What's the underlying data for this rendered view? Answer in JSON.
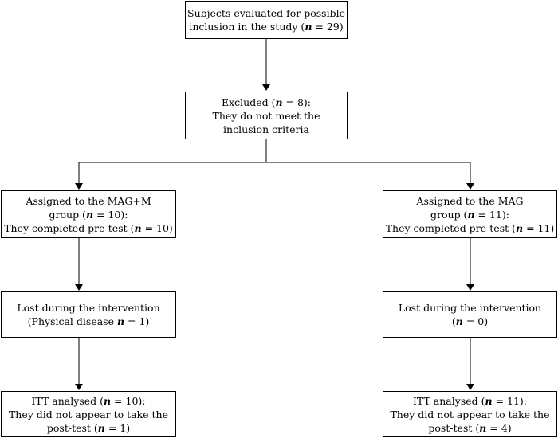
{
  "boxes": {
    "evaluated": {
      "lines": [
        {
          "pre": "Subjects evaluated for possible",
          "n": "",
          "post": ""
        },
        {
          "pre": "inclusion in the study (",
          "n": "n",
          "post": " = 29)"
        }
      ]
    },
    "excluded": {
      "lines": [
        {
          "pre": "Excluded (",
          "n": "n",
          "post": " = 8):"
        },
        {
          "pre": "They do not meet the",
          "n": "",
          "post": ""
        },
        {
          "pre": "inclusion criteria",
          "n": "",
          "post": ""
        }
      ]
    },
    "assigned_magm": {
      "lines": [
        {
          "pre": "Assigned to the MAG+M",
          "n": "",
          "post": ""
        },
        {
          "pre": "group (",
          "n": "n",
          "post": " = 10):"
        },
        {
          "pre": "They completed pre-test (",
          "n": "n",
          "post": " = 10)"
        }
      ]
    },
    "assigned_mag": {
      "lines": [
        {
          "pre": "Assigned to the MAG",
          "n": "",
          "post": ""
        },
        {
          "pre": "group (",
          "n": "n",
          "post": " = 11):"
        },
        {
          "pre": "They completed pre-test (",
          "n": "n",
          "post": " = 11)"
        }
      ]
    },
    "lost_magm": {
      "lines": [
        {
          "pre": "Lost during the intervention",
          "n": "",
          "post": ""
        },
        {
          "pre": "(Physical disease ",
          "n": "n",
          "post": " = 1)"
        }
      ]
    },
    "lost_mag": {
      "lines": [
        {
          "pre": "Lost during the intervention",
          "n": "",
          "post": ""
        },
        {
          "pre": "(",
          "n": "n",
          "post": " = 0)"
        }
      ]
    },
    "itt_magm": {
      "lines": [
        {
          "pre": "ITT analysed (",
          "n": "n",
          "post": " = 10):"
        },
        {
          "pre": "They did not appear to take the",
          "n": "",
          "post": ""
        },
        {
          "pre": "post-test (",
          "n": "n",
          "post": " = 1)"
        }
      ]
    },
    "itt_mag": {
      "lines": [
        {
          "pre": "ITT analysed (",
          "n": "n",
          "post": " = 11):"
        },
        {
          "pre": "They did not appear to take the",
          "n": "",
          "post": ""
        },
        {
          "pre": "post-test (",
          "n": "n",
          "post": " = 4)"
        }
      ]
    }
  }
}
